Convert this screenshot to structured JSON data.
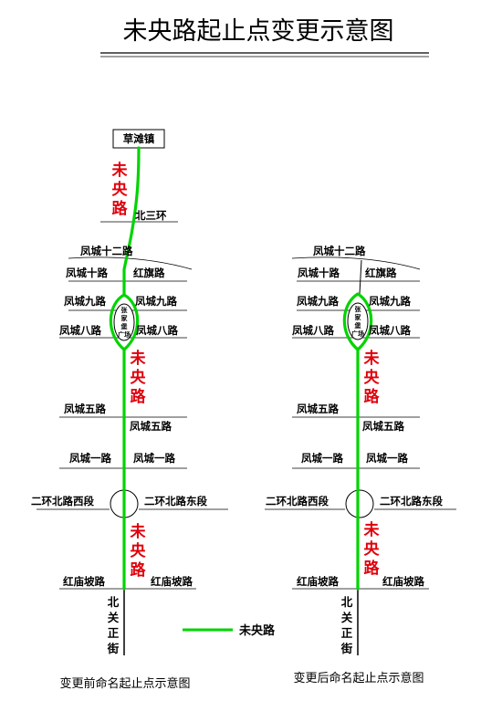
{
  "title": "未央路起止点变更示意图",
  "legend_label": "未央路",
  "colors": {
    "route": "#00d400",
    "route_name": "#e0000b"
  },
  "left_map": {
    "caption": "变更前命名起止点示意图",
    "start_box": "草滩镇",
    "route_name_chars": [
      "未",
      "央",
      "路"
    ],
    "roads": {
      "bei_san_huan": "北三环",
      "fc12": "凤城十二路",
      "fc10": "凤城十路",
      "hongqi": "红旗路",
      "fc9_w": "凤城九路",
      "fc9_e": "凤城九路",
      "fc8_w": "凤城八路",
      "fc8_e": "凤城八路",
      "fc5_w": "凤城五路",
      "fc5_e": "凤城五路",
      "fc1_w": "凤城一路",
      "fc1_e": "凤城一路",
      "erhuan_w": "二环北路西段",
      "erhuan_e": "二环北路东段",
      "hongmiao_w": "红庙坡路",
      "hongmiao_e": "红庙坡路",
      "beiguan_chars": [
        "北",
        "关",
        "正",
        "街"
      ]
    },
    "square_chars": [
      "张",
      "家",
      "堡",
      "广场"
    ]
  },
  "right_map": {
    "caption": "变更后命名起止点示意图",
    "route_name_chars": [
      "未",
      "央",
      "路"
    ],
    "roads": {
      "fc12": "凤城十二路",
      "fc10": "凤城十路",
      "hongqi": "红旗路",
      "fc9_w": "凤城九路",
      "fc9_e": "凤城九路",
      "fc8_w": "凤城八路",
      "fc8_e": "凤城八路",
      "fc5_w": "凤城五路",
      "fc5_e": "凤城五路",
      "fc1_w": "凤城一路",
      "fc1_e": "凤城一路",
      "erhuan_w": "二环北路西段",
      "erhuan_e": "二环北路东段",
      "hongmiao_w": "红庙坡路",
      "hongmiao_e": "红庙坡路",
      "beiguan_chars": [
        "北",
        "关",
        "正",
        "街"
      ]
    },
    "square_chars": [
      "张",
      "家",
      "堡",
      "广场"
    ]
  }
}
